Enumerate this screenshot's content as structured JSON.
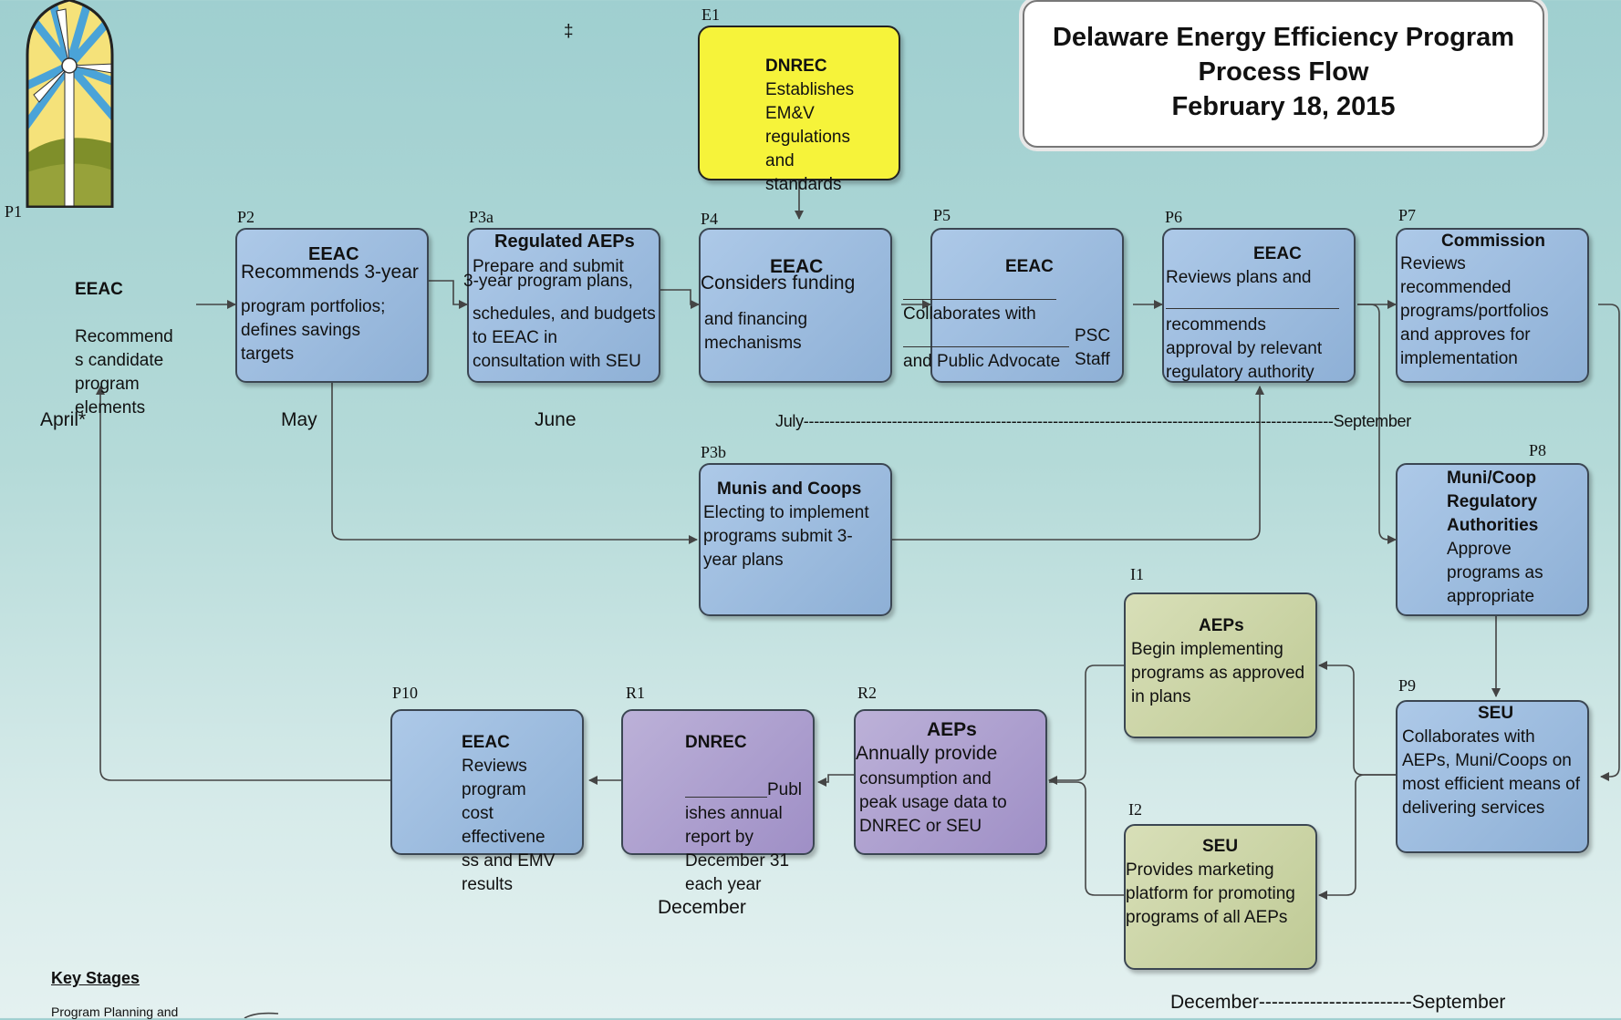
{
  "title": {
    "line1": "Delaware Energy Efficiency Program",
    "line2": "Process Flow",
    "line3": "February 18, 2015"
  },
  "dagger": "‡",
  "labels": {
    "p1": "P1",
    "p2": "P2",
    "p3a": "P3a",
    "p3b": "P3b",
    "p4": "P4",
    "p5": "P5",
    "p6": "P6",
    "p7": "P7",
    "p8": "P8",
    "p9": "P9",
    "p10": "P10",
    "e1": "E1",
    "r1": "R1",
    "r2": "R2",
    "i1": "I1",
    "i2": "I2"
  },
  "nodes": {
    "p1": {
      "head": "EEAC",
      "body": "Recommend\ns candidate\nprogram\nelements"
    },
    "p2": {
      "head": "EEAC",
      "line1": "Recommends 3-year",
      "body": "program portfolios;\ndefines savings\ntargets"
    },
    "p3a": {
      "head": "Regulated AEPs",
      "line1": "Prepare and submit",
      "line2": "3-year program plans,",
      "body": "schedules, and budgets\nto EEAC in\nconsultation with SEU"
    },
    "e1": {
      "head": "DNREC",
      "body": "Establishes\nEM&V\nregulations\nand\nstandards"
    },
    "p4": {
      "head": "EEAC",
      "line1": "Considers funding",
      "body": "and financing\nmechanisms"
    },
    "p5": {
      "head": "EEAC",
      "line1": "Collaborates with",
      "line2": "PSC Staff",
      "line3": "and Public Advocate"
    },
    "p6": {
      "head": "EEAC",
      "line1": "Reviews plans and",
      "body": "recommends\napproval by relevant\nregulatory authority"
    },
    "p7": {
      "head": "Commission",
      "body": "Reviews\nrecommended\nprograms/portfolios\nand approves for\nimplementation"
    },
    "p3b": {
      "head": "Munis and Coops",
      "body": "Electing to implement\nprograms  submit 3-\nyear plans"
    },
    "p8": {
      "head": "Muni/Coop\nRegulatory\nAuthorities",
      "body": "Approve\nprograms as\nappropriate"
    },
    "i1": {
      "head": "AEPs",
      "body": "Begin implementing\nprograms as approved\nin plans"
    },
    "i2": {
      "head": "SEU",
      "body": "Provides marketing\nplatform for promoting\nprograms of all AEPs"
    },
    "p9": {
      "head": "SEU",
      "body": "Collaborates with\nAEPs, Muni/Coops on\nmost efficient means of\ndelivering services"
    },
    "r2": {
      "head": "AEPs",
      "line1": "Annually provide",
      "body": "consumption and\npeak usage data to\nDNREC or SEU"
    },
    "r1": {
      "head": "DNREC",
      "line1": "Publ",
      "body": "ishes annual\nreport by\nDecember 31\neach  year"
    },
    "p10": {
      "head": "EEAC",
      "body": "Reviews\nprogram\ncost\neffectivene\nss and EMV\nresults"
    }
  },
  "months": {
    "april": "April*",
    "may": "May",
    "june": "June",
    "july_september": "July------------------------------------------------------------------------------------------------------September",
    "december": "December",
    "dec_sep": "December------------------------September"
  },
  "key": {
    "heading": "Key Stages",
    "item1": "Program Planning and"
  },
  "colors": {
    "planning": "#9dbde0",
    "reporting": "#ad9fcf",
    "implementation": "#cdd6a6",
    "regulation": "#f6f33a",
    "connector": "#444444"
  }
}
